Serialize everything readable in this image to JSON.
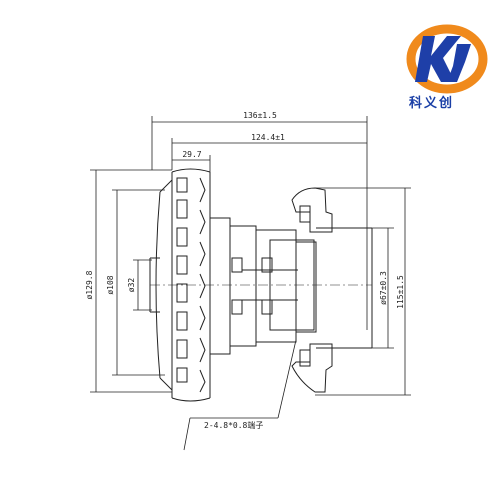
{
  "brand": {
    "name": "科义创",
    "logo_letters": "KY",
    "colors": {
      "blue": "#1e3fa8",
      "orange": "#f08a1c"
    }
  },
  "drawing": {
    "dimensions": {
      "overall_length": "136±1.5",
      "body_length": "124.4±1",
      "fan_width": "29.7",
      "fan_outer_diameter": "ø129.8",
      "fan_inner_diameter": "ø108",
      "shaft_diameter": "ø32",
      "housing_diameter": "ø67±0.3",
      "overall_height": "115±1.5"
    },
    "terminal_note": "2-4.8*0.8端子"
  }
}
